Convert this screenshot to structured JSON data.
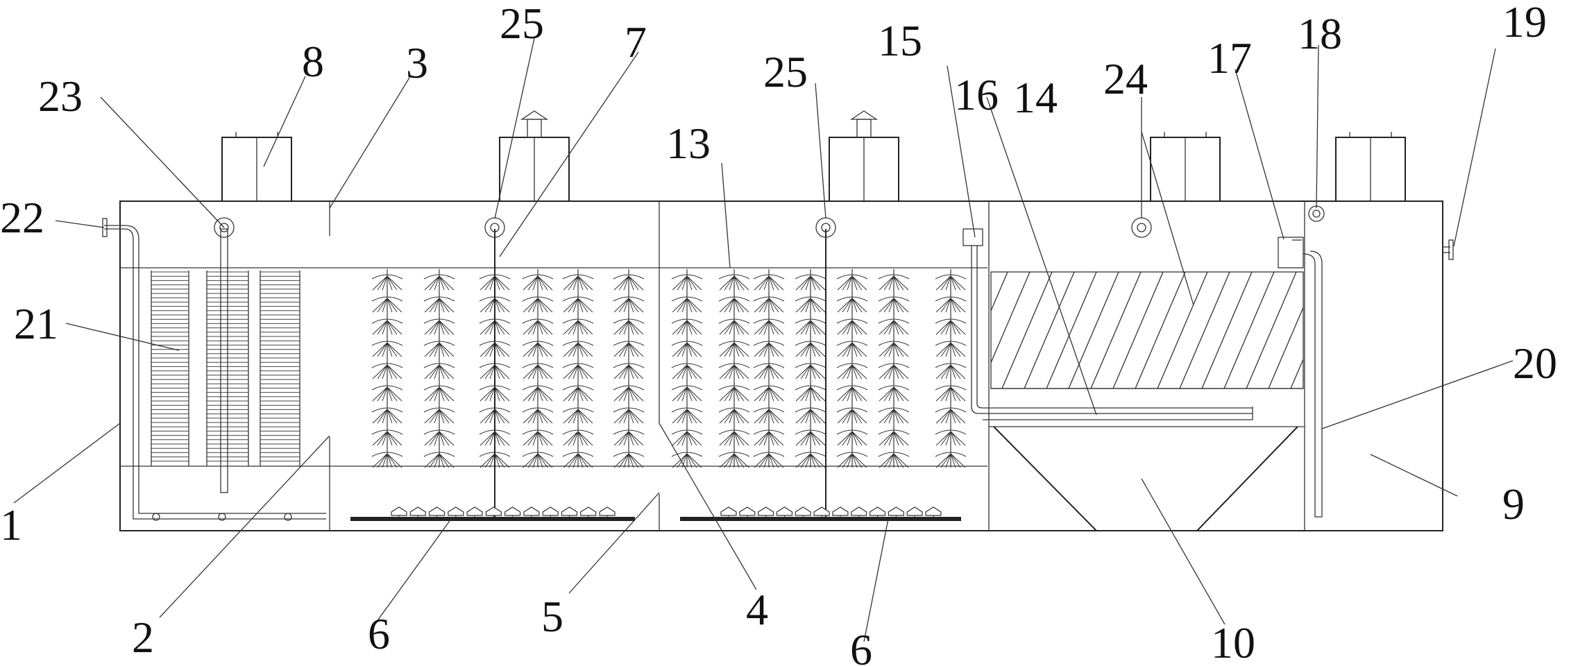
{
  "labels": {
    "l1": "1",
    "l2": "2",
    "l3": "3",
    "l4": "4",
    "l5": "5",
    "l6a": "6",
    "l6b": "6",
    "l7": "7",
    "l8": "8",
    "l9": "9",
    "l10": "10",
    "l13": "13",
    "l14": "14",
    "l15": "15",
    "l16": "16",
    "l17": "17",
    "l18": "18",
    "l19": "19",
    "l20": "20",
    "l21": "21",
    "l22": "22",
    "l23": "23",
    "l24": "24",
    "l25a": "25",
    "l25b": "25"
  }
}
